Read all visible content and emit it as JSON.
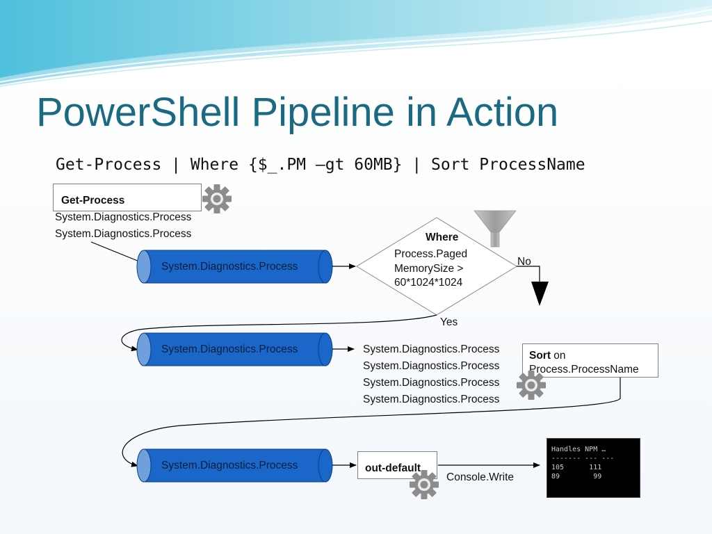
{
  "slide": {
    "title": "PowerShell Pipeline in Action",
    "command": "Get-Process | Where {$_.PM –gt 60MB} | Sort ProcessName"
  },
  "get_process": {
    "label": "Get-Process",
    "outputs": [
      "System.Diagnostics.Process",
      "System.Diagnostics.Process"
    ]
  },
  "pipes": {
    "pipe1_label": "System.Diagnostics.Process",
    "pipe2_label": "System.Diagnostics.Process",
    "pipe3_label": "System.Diagnostics.Process"
  },
  "where": {
    "title": "Where",
    "condition_line1": "Process.Paged",
    "condition_line2": "MemorySize >",
    "condition_line3": "60*1024*1024",
    "no_label": "No",
    "yes_label": "Yes"
  },
  "sort_stage": {
    "inputs": [
      "System.Diagnostics.Process",
      "System.Diagnostics.Process",
      "System.Diagnostics.Process",
      "System.Diagnostics.Process"
    ],
    "label_bold": "Sort",
    "label_rest": " on",
    "label_line2": "Process.ProcessName"
  },
  "out_default": {
    "label": "out-default",
    "console_write_label": "Console.Write"
  },
  "console": {
    "lines": [
      "Handles NPM …",
      "------- --- ---",
      "105      111",
      "89        99"
    ]
  },
  "colors": {
    "title": "#1b6a84",
    "pipe_fill": "#1a66c9",
    "pipe_end": "#6fa0dc",
    "gear": "#8c8c8c",
    "funnel": "#a6a6a6",
    "console_bg": "#000000"
  },
  "icons": [
    "gear-icon",
    "funnel-icon",
    "down-arrow-icon"
  ]
}
